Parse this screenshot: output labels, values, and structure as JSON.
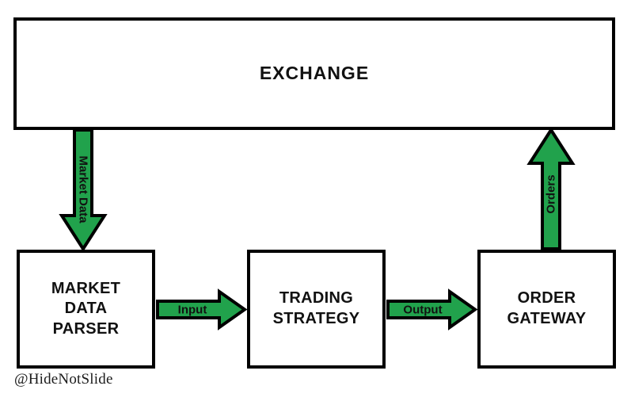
{
  "diagram": {
    "title_implied": "Trading system data flow",
    "colors": {
      "arrow_fill": "#21A24C",
      "arrow_stroke": "#000000",
      "box_stroke": "#000000",
      "background": "#FFFFFF",
      "text": "#111111"
    },
    "boxes": [
      {
        "id": "exchange",
        "label": "EXCHANGE"
      },
      {
        "id": "market_data_parser",
        "label": "MARKET\nDATA\nPARSER"
      },
      {
        "id": "trading_strategy",
        "label": "TRADING\nSTRATEGY"
      },
      {
        "id": "order_gateway",
        "label": "ORDER\nGATEWAY"
      }
    ],
    "arrows": [
      {
        "id": "market_data",
        "label": "Market Data",
        "direction": "down",
        "from": "exchange",
        "to": "market_data_parser"
      },
      {
        "id": "input",
        "label": "Input",
        "direction": "right",
        "from": "market_data_parser",
        "to": "trading_strategy"
      },
      {
        "id": "output",
        "label": "Output",
        "direction": "right",
        "from": "trading_strategy",
        "to": "order_gateway"
      },
      {
        "id": "orders",
        "label": "Orders",
        "direction": "up",
        "from": "order_gateway",
        "to": "exchange"
      }
    ],
    "watermark": "@HideNotSlide"
  }
}
